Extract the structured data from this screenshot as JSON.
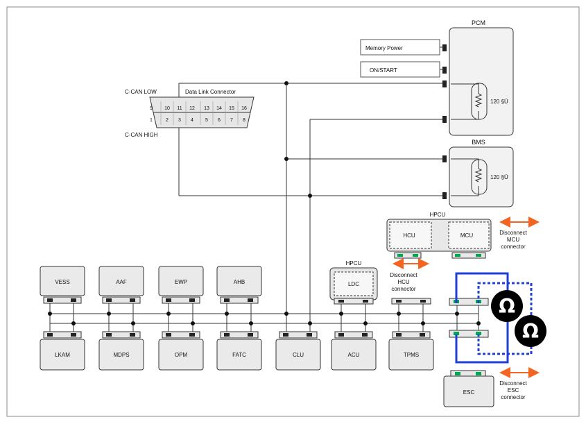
{
  "pcm": {
    "title": "PCM",
    "memory_power": "Memory Power",
    "on_start": "ON/START",
    "resistor": "120 §Ü"
  },
  "bms": {
    "title": "BMS",
    "resistor": "120 §Ü"
  },
  "dlc": {
    "c_can_low": "C-CAN LOW",
    "c_can_high": "C-CAN HIGH",
    "title": "Data Link Connector",
    "top_pins": [
      "9",
      "10",
      "11",
      "12",
      "13",
      "14",
      "15",
      "16"
    ],
    "bottom_pins": [
      "1",
      "2",
      "3",
      "4",
      "5",
      "6",
      "7",
      "8"
    ]
  },
  "hpcu_main": {
    "title": "HPCU",
    "hcu": "HCU",
    "mcu": "MCU",
    "disconnect_label": [
      "Disconnect",
      "MCU",
      "connector"
    ]
  },
  "hpcu_ldc": {
    "title": "HPCU",
    "ldc": "LDC",
    "disconnect_label": [
      "Disconnect",
      "HCU",
      "connector"
    ]
  },
  "top_modules": [
    "VESS",
    "AAF",
    "EWP",
    "AHB"
  ],
  "bottom_modules": [
    "LKAM",
    "MDPS",
    "OPM",
    "FATC",
    "CLU",
    "ACU",
    "TPMS"
  ],
  "esc": {
    "title": "ESC",
    "disconnect_label": [
      "Disconnect",
      "ESC",
      "connector"
    ]
  },
  "ohm_symbol": "Ω",
  "colors": {
    "arrow": "#f26522",
    "probe": "#1f3fd1",
    "pin_green": "#00a651"
  }
}
